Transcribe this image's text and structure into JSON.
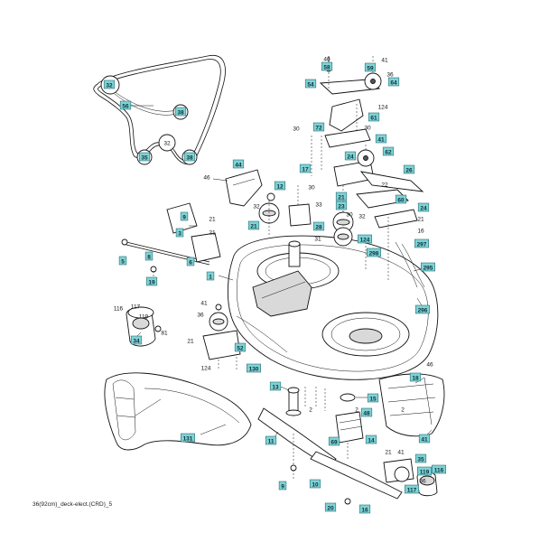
{
  "caption": "36(92cm)_deck-elect.(CRD)_5",
  "colors": {
    "label_box_fill": "#7fd3d6",
    "label_box_stroke": "#2a6f73",
    "line": "#111111"
  },
  "labels": [
    {
      "id": "l-40",
      "text": "40",
      "boxed": false
    },
    {
      "id": "l-58",
      "text": "58",
      "boxed": true
    },
    {
      "id": "l-41a",
      "text": "41",
      "boxed": false
    },
    {
      "id": "l-59",
      "text": "59",
      "boxed": true
    },
    {
      "id": "l-36a",
      "text": "36",
      "boxed": false
    },
    {
      "id": "l-54",
      "text": "54",
      "boxed": true
    },
    {
      "id": "l-64",
      "text": "64",
      "boxed": true
    },
    {
      "id": "l-124a",
      "text": "124",
      "boxed": false
    },
    {
      "id": "l-61",
      "text": "61",
      "boxed": true
    },
    {
      "id": "l-30a",
      "text": "30",
      "boxed": false
    },
    {
      "id": "l-72",
      "text": "72",
      "boxed": true
    },
    {
      "id": "l-30b",
      "text": "30",
      "boxed": false
    },
    {
      "id": "l-41b",
      "text": "41",
      "boxed": true
    },
    {
      "id": "l-62",
      "text": "62",
      "boxed": true
    },
    {
      "id": "l-24a",
      "text": "24",
      "boxed": true
    },
    {
      "id": "l-17",
      "text": "17",
      "boxed": true
    },
    {
      "id": "l-26",
      "text": "26",
      "boxed": true
    },
    {
      "id": "l-44",
      "text": "44",
      "boxed": true
    },
    {
      "id": "l-46a",
      "text": "46",
      "boxed": false
    },
    {
      "id": "l-12",
      "text": "12",
      "boxed": true
    },
    {
      "id": "l-30c",
      "text": "30",
      "boxed": false
    },
    {
      "id": "l-21a",
      "text": "21",
      "boxed": true
    },
    {
      "id": "l-22",
      "text": "22",
      "boxed": false
    },
    {
      "id": "l-60",
      "text": "60",
      "boxed": true
    },
    {
      "id": "l-33",
      "text": "33",
      "boxed": false
    },
    {
      "id": "l-23",
      "text": "23",
      "boxed": true
    },
    {
      "id": "l-24b",
      "text": "24",
      "boxed": true
    },
    {
      "id": "l-9",
      "text": "9",
      "boxed": true
    },
    {
      "id": "l-21b",
      "text": "21",
      "boxed": false
    },
    {
      "id": "l-32a",
      "text": "32",
      "boxed": false
    },
    {
      "id": "l-21c",
      "text": "21",
      "boxed": true
    },
    {
      "id": "l-28",
      "text": "28",
      "boxed": true
    },
    {
      "id": "l-30d",
      "text": "30",
      "boxed": false
    },
    {
      "id": "l-32b",
      "text": "32",
      "boxed": false
    },
    {
      "id": "l-124b",
      "text": "124",
      "boxed": true
    },
    {
      "id": "l-21d",
      "text": "21",
      "boxed": false
    },
    {
      "id": "l-16",
      "text": "16",
      "boxed": false
    },
    {
      "id": "l-31",
      "text": "31",
      "boxed": false
    },
    {
      "id": "l-21e",
      "text": "21",
      "boxed": false
    },
    {
      "id": "l-3",
      "text": "3",
      "boxed": true
    },
    {
      "id": "l-8",
      "text": "8",
      "boxed": true
    },
    {
      "id": "l-5",
      "text": "5",
      "boxed": true
    },
    {
      "id": "l-6",
      "text": "6",
      "boxed": true
    },
    {
      "id": "l-19",
      "text": "19",
      "boxed": true
    },
    {
      "id": "l-297",
      "text": "297",
      "boxed": true
    },
    {
      "id": "l-298",
      "text": "298",
      "boxed": true
    },
    {
      "id": "l-295",
      "text": "295",
      "boxed": true
    },
    {
      "id": "l-296",
      "text": "296",
      "boxed": true
    },
    {
      "id": "l-1",
      "text": "1",
      "boxed": true
    },
    {
      "id": "l-116a",
      "text": "116",
      "boxed": false
    },
    {
      "id": "l-117a",
      "text": "117",
      "boxed": false
    },
    {
      "id": "l-119a",
      "text": "119",
      "boxed": false
    },
    {
      "id": "l-41c",
      "text": "41",
      "boxed": false
    },
    {
      "id": "l-36b",
      "text": "36",
      "boxed": false
    },
    {
      "id": "l-34",
      "text": "34",
      "boxed": true
    },
    {
      "id": "l-81",
      "text": "81",
      "boxed": false
    },
    {
      "id": "l-21f",
      "text": "21",
      "boxed": false
    },
    {
      "id": "l-52",
      "text": "52",
      "boxed": true
    },
    {
      "id": "l-124c",
      "text": "124",
      "boxed": false
    },
    {
      "id": "l-130",
      "text": "130",
      "boxed": true
    },
    {
      "id": "l-46b",
      "text": "46",
      "boxed": false
    },
    {
      "id": "l-18",
      "text": "18",
      "boxed": true
    },
    {
      "id": "l-13",
      "text": "13",
      "boxed": true
    },
    {
      "id": "l-15",
      "text": "15",
      "boxed": true
    },
    {
      "id": "l-2a",
      "text": "2",
      "boxed": false
    },
    {
      "id": "l-2b",
      "text": "2",
      "boxed": false
    },
    {
      "id": "l-2c",
      "text": "2",
      "boxed": false
    },
    {
      "id": "l-48",
      "text": "48",
      "boxed": true
    },
    {
      "id": "l-14",
      "text": "14",
      "boxed": true
    },
    {
      "id": "l-41d",
      "text": "41",
      "boxed": true
    },
    {
      "id": "l-131",
      "text": "131",
      "boxed": true
    },
    {
      "id": "l-11",
      "text": "11",
      "boxed": true
    },
    {
      "id": "l-69",
      "text": "69",
      "boxed": true
    },
    {
      "id": "l-21g",
      "text": "21",
      "boxed": false
    },
    {
      "id": "l-41e",
      "text": "41",
      "boxed": false
    },
    {
      "id": "l-35",
      "text": "35",
      "boxed": true
    },
    {
      "id": "l-116b",
      "text": "116",
      "boxed": true
    },
    {
      "id": "l-119b",
      "text": "119",
      "boxed": true
    },
    {
      "id": "l-36c",
      "text": "36",
      "boxed": false
    },
    {
      "id": "l-117b",
      "text": "117",
      "boxed": true
    },
    {
      "id": "l-10",
      "text": "10",
      "boxed": true
    },
    {
      "id": "l-9b",
      "text": "9",
      "boxed": true
    },
    {
      "id": "l-20",
      "text": "20",
      "boxed": true
    },
    {
      "id": "l-16b",
      "text": "16",
      "boxed": true
    },
    {
      "id": "l-32c",
      "text": "32",
      "boxed": true
    },
    {
      "id": "l-56",
      "text": "56",
      "boxed": true
    },
    {
      "id": "l-38a",
      "text": "38",
      "boxed": true
    },
    {
      "id": "l-32d",
      "text": "32",
      "boxed": false
    },
    {
      "id": "l-35b",
      "text": "35",
      "boxed": true
    },
    {
      "id": "l-38b",
      "text": "38",
      "boxed": true
    }
  ]
}
